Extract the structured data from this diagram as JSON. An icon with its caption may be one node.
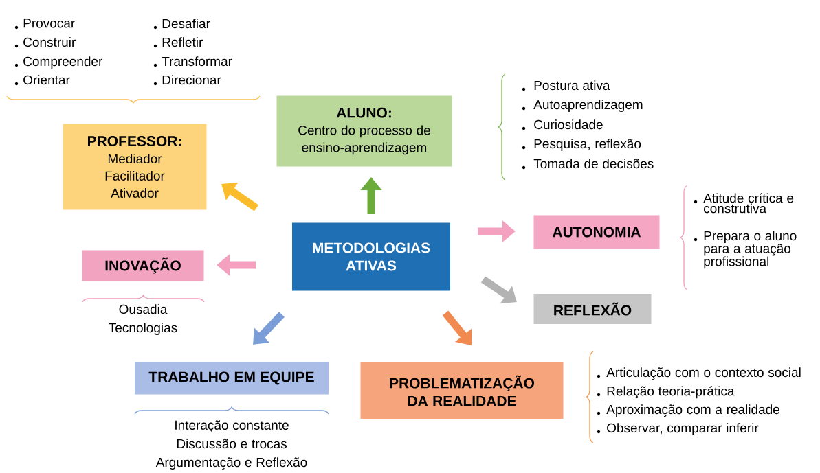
{
  "diagram": {
    "nodes": [
      {
        "text": [
          "METODOLOGIAS ATIVAS"
        ]
      },
      {
        "text": [
          "PROFESSOR:",
          "Mediador Facilitador Ativador"
        ],
        "beside": [
          "Provocar",
          "Construir",
          "Compreender",
          "Orientar",
          "Desafiar",
          "Refletir",
          "Transformar",
          "Direcionar"
        ]
      },
      {
        "text": [
          "ALUNO:",
          "Centro do processo de ensino-aprendizagem"
        ],
        "beside": [
          "Postura ativa",
          "Autoaprendizagem",
          "Curiosidade",
          "Pesquisa, reflexão",
          "Tomada de decisões"
        ]
      },
      {
        "text": [
          "AUTONOMIA"
        ],
        "beside": [
          "Atitude crítica e construtiva",
          "Prepara o aluno para a atuação profissional"
        ]
      },
      {
        "text": [
          "INOVAÇÃO"
        ],
        "beside": [
          "Ousadia",
          "Tecnologias"
        ]
      },
      {
        "text": [
          "REFLEXÃO"
        ]
      },
      {
        "text": [
          "TRABALHO EM EQUIPE"
        ],
        "beside": [
          "Interação constante",
          "Discussão e trocas",
          "Argumentação e Reflexão"
        ]
      },
      {
        "text": [
          "PROBLEMATIZAÇÃO DA REALIDADE"
        ],
        "beside": [
          "Articulação com o contexto social",
          "Relação teoria-prática",
          "Aproximação com a realidade",
          "Observar, comparar inferir"
        ]
      }
    ],
    "edges": [
      {
        "from": 0,
        "to": 1,
        "arrow": "to",
        "color": "#fbbc2b"
      },
      {
        "from": 0,
        "to": 2,
        "arrow": "to",
        "color": "#6aab3a"
      },
      {
        "from": 0,
        "to": 3,
        "arrow": "to",
        "color": "#f4a1c0"
      },
      {
        "from": 0,
        "to": 4,
        "arrow": "to",
        "color": "#f4a1c0"
      },
      {
        "from": 0,
        "to": 5,
        "arrow": "to",
        "color": "#b3b3b3"
      },
      {
        "from": 0,
        "to": 6,
        "arrow": "to",
        "color": "#7b9ed9"
      },
      {
        "from": 0,
        "to": 7,
        "arrow": "to",
        "color": "#f08a50"
      }
    ]
  }
}
